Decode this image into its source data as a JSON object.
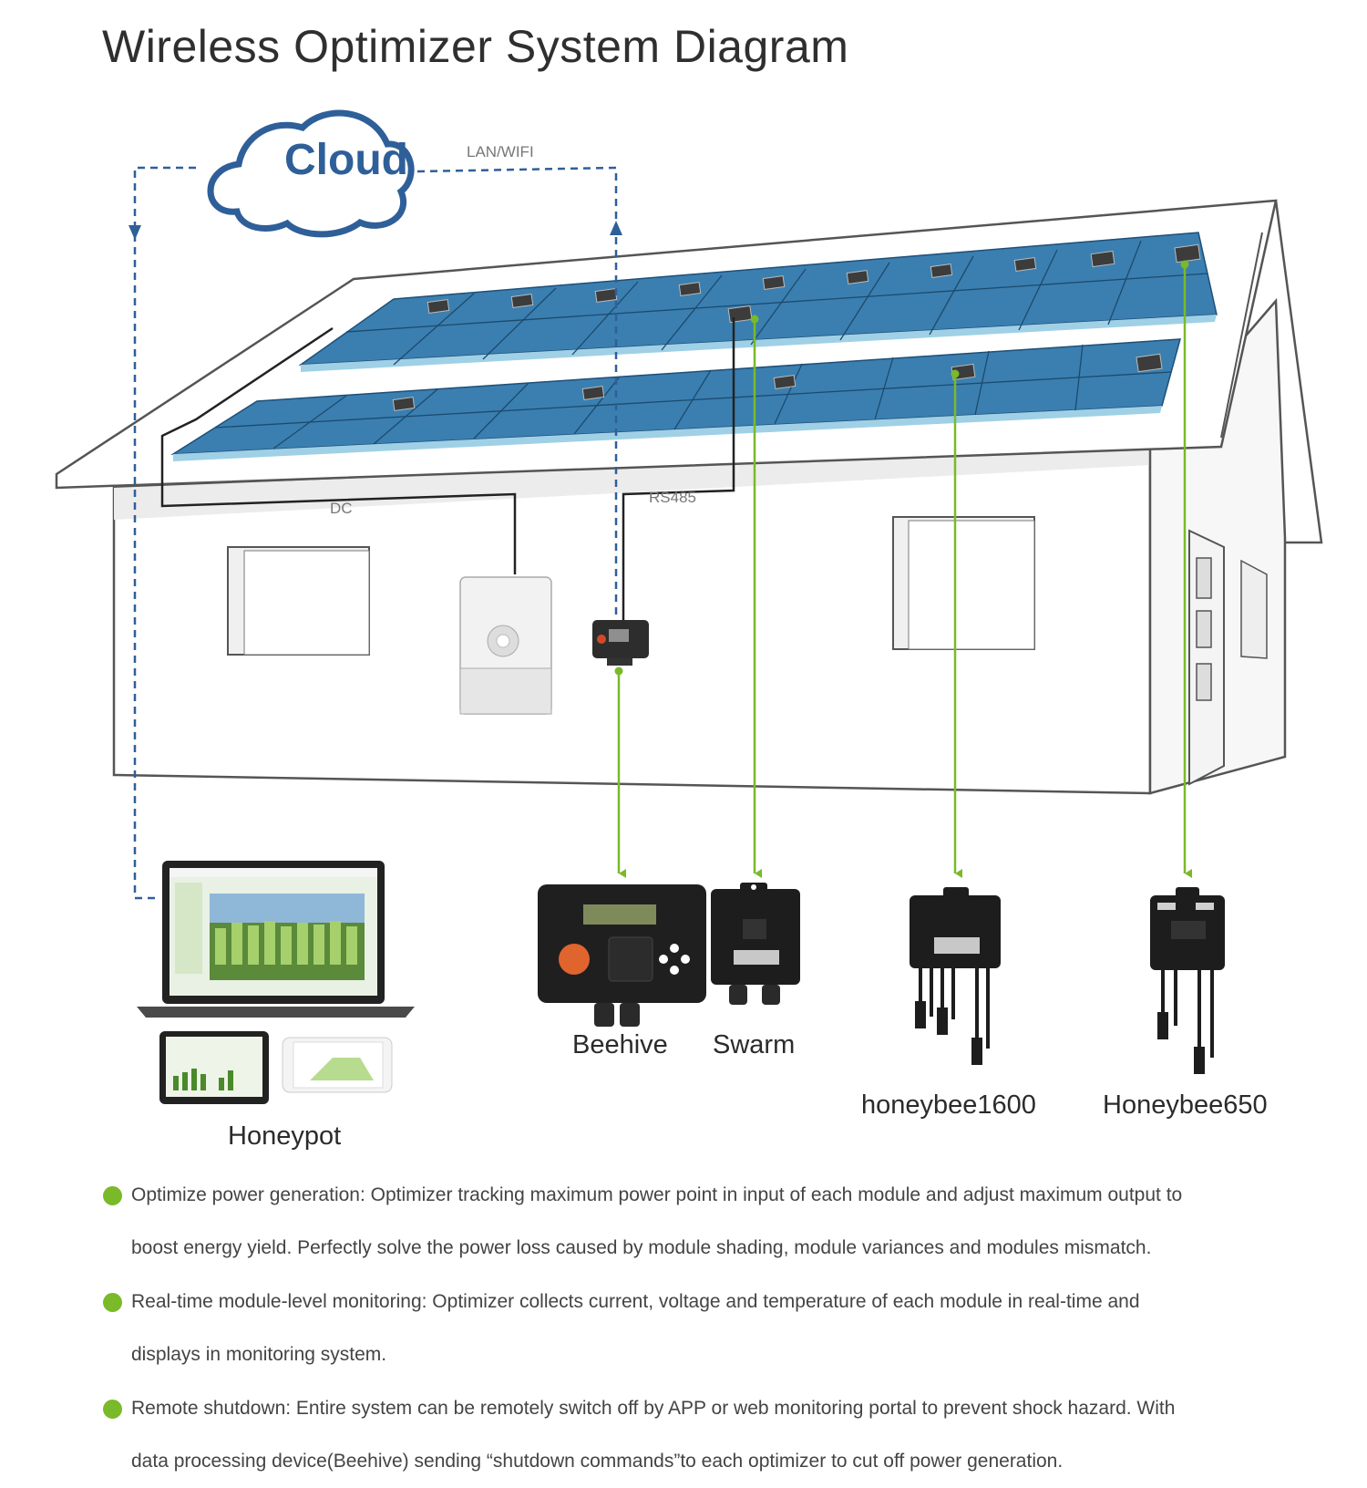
{
  "title": "Wireless Optimizer System Diagram",
  "cloud_label": "Cloud",
  "link_labels": {
    "lan": "LAN/WIFI",
    "dc": "DC",
    "rs485": "RS485"
  },
  "devices": [
    {
      "id": "honeypot",
      "label": "Honeypot"
    },
    {
      "id": "beehive",
      "label": "Beehive"
    },
    {
      "id": "swarm",
      "label": "Swarm"
    },
    {
      "id": "honeybee1600",
      "label": "honeybee1600"
    },
    {
      "id": "honeybee650",
      "label": "Honeybee650"
    }
  ],
  "bullets": [
    {
      "line1": "Optimize power generation: Optimizer tracking maximum power point in input of each module and adjust maximum output to",
      "line2": "boost energy yield. Perfectly solve the power loss caused by module shading, module variances and modules mismatch."
    },
    {
      "line1": "Real-time module-level monitoring: Optimizer collects current, voltage and temperature of each module in real-time and",
      "line2": "displays in monitoring system."
    },
    {
      "line1": "Remote shutdown: Entire system can be remotely switch off by APP or web monitoring portal to prevent shock hazard. With",
      "line2": "data processing device(Beehive) sending “shutdown commands”to each optimizer to cut off power generation."
    }
  ],
  "colors": {
    "cloud": "#2f5f99",
    "dashed_link": "#2f5f99",
    "wireless_arrow": "#7ab929",
    "panel": "#3a7fb0",
    "bullet": "#7ab929"
  }
}
